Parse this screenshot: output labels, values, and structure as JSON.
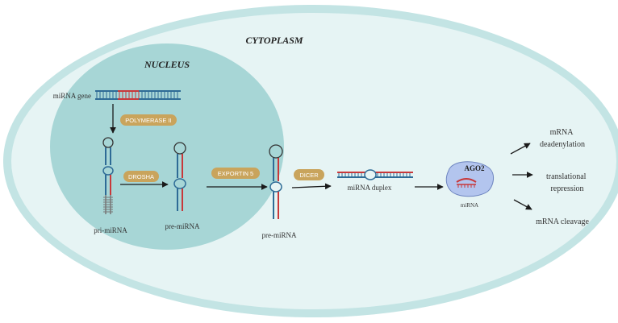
{
  "colors": {
    "cytoplasm_fill": "#e6f4f4",
    "cytoplasm_border": "#c3e4e4",
    "nucleus_fill": "#a7d6d6",
    "enzyme_pill": "#c9a45c",
    "strand_blue": "#2e6b96",
    "strand_red": "#c8383a",
    "ago2_fill": "#b3c5ee",
    "arrow": "#1a1a1a"
  },
  "labels": {
    "cytoplasm": "CYTOPLASM",
    "nucleus": "NUCLEUS",
    "mirna_gene": "miRNA gene",
    "pri_mirna": "pri-miRNA",
    "pre_mirna_nucleus": "pre-miRNA",
    "pre_mirna_cytoplasm": "pre-miRNA",
    "mirna_duplex": "miRNA duplex",
    "ago2": "AGO2",
    "mirna": "miRNA"
  },
  "enzymes": {
    "polymerase": "POLYMERASE II",
    "drosha": "DROSHA",
    "exportin": "EXPORTIN 5",
    "dicer": "DICER"
  },
  "outcomes": [
    {
      "line1": "mRNA",
      "line2": "deadenylation"
    },
    {
      "line1": "translational",
      "line2": "repression"
    },
    {
      "line1": "mRNA cleavage",
      "line2": ""
    }
  ]
}
